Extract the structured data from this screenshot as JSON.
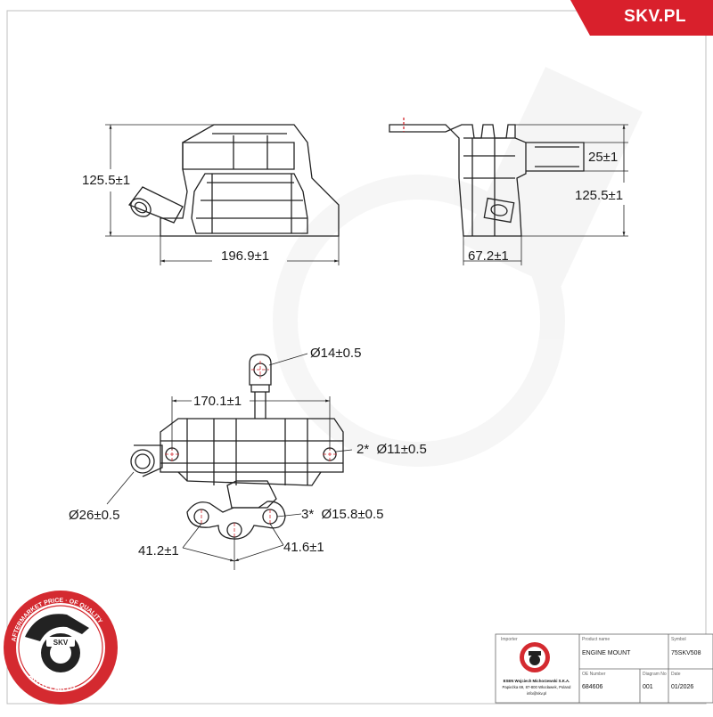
{
  "brand": {
    "site": "SKV.PL",
    "accent": "#d9202c",
    "stamp_color": "#d42a30"
  },
  "stamp": {
    "ring_text": "AFTERMARKET PRICE · OF QUALITY",
    "center_text": "SKV",
    "bottom_text": "AUTO PARTS"
  },
  "side_view": {
    "height": "125.5±1",
    "width": "196.9±1"
  },
  "end_view": {
    "height": "125.5±1",
    "step": "25±1",
    "width": "67.2±1"
  },
  "top_view": {
    "pin_diameter": "Ø14±0.5",
    "hole_spacing": "170.1±1",
    "side_holes": "2*  Ø11±0.5",
    "bush_diameter": "Ø26±0.5",
    "bottom_holes": "3*  Ø15.8±0.5",
    "left_spacing": "41.2±1",
    "right_spacing": "41.6±1"
  },
  "title_block": {
    "importer_label": "Importer",
    "company": "ESEN Wojciech Michorzewski S.K.A.",
    "address": "Papieżka 69, 87-800 Włocławek, Poland",
    "email": "info@skv.pl",
    "product_label": "Product name",
    "product_name": "ENGINE MOUNT",
    "symbol_label": "Symbol",
    "symbol": "75SKV508",
    "oe_label": "OE Number",
    "oe_number": "684606",
    "diagram_label": "Diagram No",
    "diagram_no": "001",
    "date_label": "Date",
    "date": "01/2026"
  }
}
